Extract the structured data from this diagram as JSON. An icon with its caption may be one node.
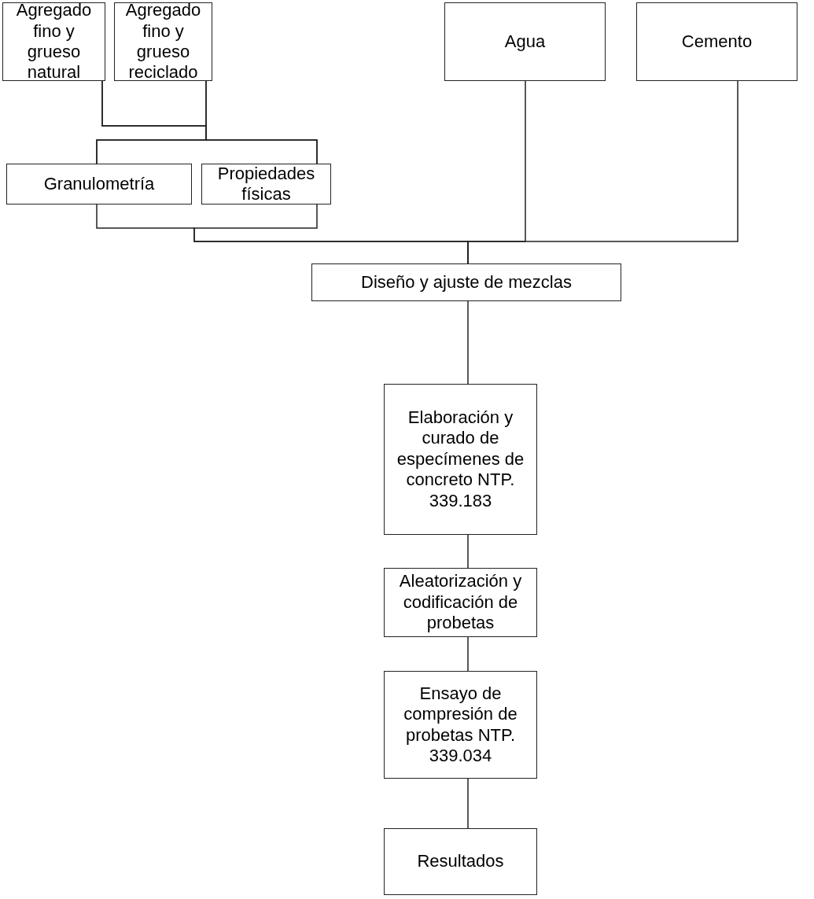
{
  "diagram": {
    "nodes": [
      {
        "text": [
          "Agregado fino y grueso natural"
        ]
      },
      {
        "text": [
          "Agregado fino y grueso reciclado"
        ]
      },
      {
        "text": [
          "Agua"
        ]
      },
      {
        "text": [
          "Cemento"
        ]
      },
      {
        "text": [
          "Granulometría"
        ]
      },
      {
        "text": [
          "Propiedades físicas"
        ]
      },
      {
        "text": [
          "Diseño y ajuste de mezclas"
        ]
      },
      {
        "text": [
          "Elaboración y curado de especímenes de concreto NTP. 339.183"
        ]
      },
      {
        "text": [
          "Aleatorización y codificación de probetas"
        ]
      },
      {
        "text": [
          "Ensayo de compresión de probetas NTP. 339.034"
        ]
      },
      {
        "text": [
          "Resultados"
        ]
      }
    ],
    "edges": [
      {
        "from": 0,
        "to": 4,
        "arrow": "none"
      },
      {
        "from": 0,
        "to": 5,
        "arrow": "none"
      },
      {
        "from": 1,
        "to": 4,
        "arrow": "none"
      },
      {
        "from": 1,
        "to": 5,
        "arrow": "none"
      },
      {
        "from": 4,
        "to": 6,
        "arrow": "none"
      },
      {
        "from": 5,
        "to": 6,
        "arrow": "none"
      },
      {
        "from": 2,
        "to": 6,
        "arrow": "none"
      },
      {
        "from": 3,
        "to": 6,
        "arrow": "none"
      },
      {
        "from": 6,
        "to": 7,
        "arrow": "none"
      },
      {
        "from": 7,
        "to": 8,
        "arrow": "none"
      },
      {
        "from": 8,
        "to": 9,
        "arrow": "none"
      },
      {
        "from": 9,
        "to": 10,
        "arrow": "none"
      }
    ]
  }
}
